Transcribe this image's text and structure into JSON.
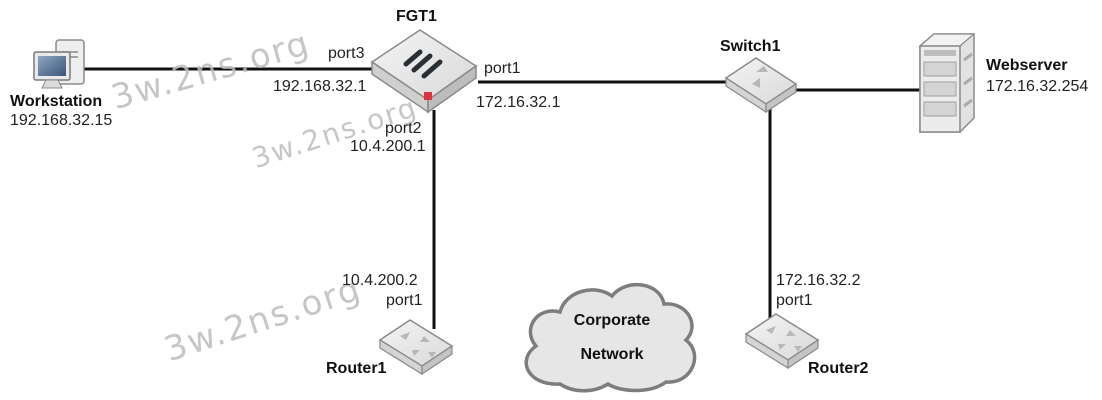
{
  "diagram": {
    "nodes": {
      "workstation": {
        "name": "Workstation",
        "ip": "192.168.32.15",
        "icon": "workstation-icon"
      },
      "fgt1": {
        "name": "FGT1",
        "icon": "firewall-icon",
        "ports": {
          "port3": {
            "label": "port3",
            "ip": "192.168.32.1"
          },
          "port1": {
            "label": "port1",
            "ip": "172.16.32.1"
          },
          "port2": {
            "label": "port2",
            "ip": "10.4.200.1"
          }
        }
      },
      "switch1": {
        "name": "Switch1",
        "icon": "switch-icon"
      },
      "webserver": {
        "name": "Webserver",
        "ip": "172.16.32.254",
        "icon": "server-icon"
      },
      "router1": {
        "name": "Router1",
        "port": "port1",
        "ip": "10.4.200.2",
        "icon": "router-icon"
      },
      "router2": {
        "name": "Router2",
        "port": "port1",
        "ip": "172.16.32.2",
        "icon": "router-icon"
      },
      "cloud": {
        "line1": "Corporate",
        "line2": "Network",
        "icon": "cloud-icon"
      }
    },
    "links": [
      {
        "from": "Workstation",
        "to": "FGT1 port3"
      },
      {
        "from": "FGT1 port1",
        "to": "Switch1"
      },
      {
        "from": "Switch1",
        "to": "Webserver"
      },
      {
        "from": "FGT1 port2",
        "to": "Router1 port1"
      },
      {
        "from": "Switch1",
        "to": "Router2 port1"
      }
    ],
    "watermark": "3w.2ns.org"
  }
}
